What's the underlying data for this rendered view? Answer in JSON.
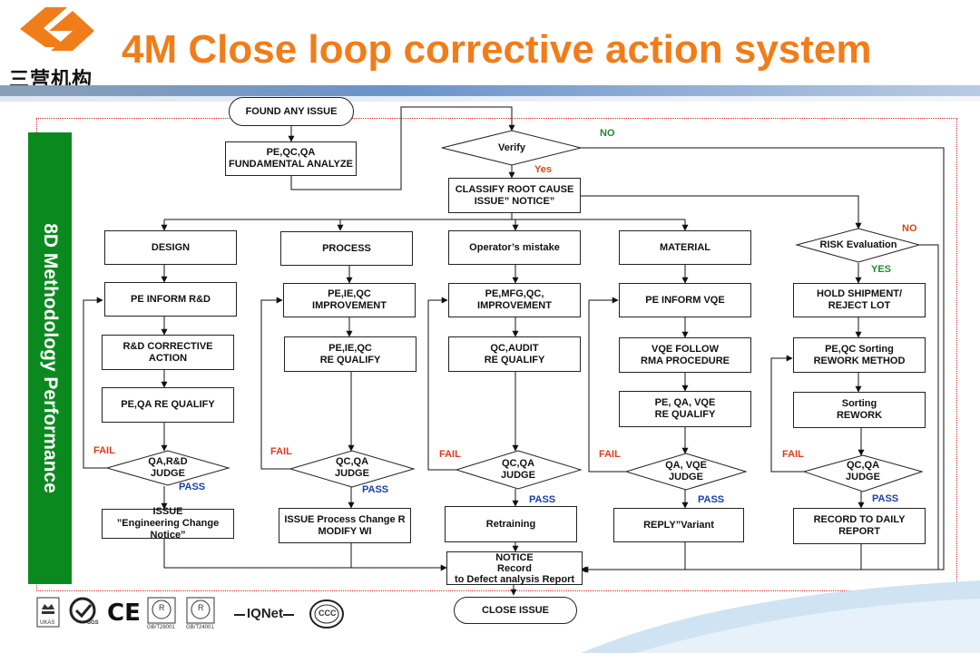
{
  "header": {
    "brand_text": "三营机构",
    "title": "4M Close loop corrective action system"
  },
  "sidebar": {
    "text": "8D Methodology Performance"
  },
  "nodes": {
    "found_issue": "FOUND ANY ISSUE",
    "analyze": "PE,QC,QA\nFUNDAMENTAL ANALYZE",
    "verify": "Verify",
    "classify": "CLASSIFY ROOT CAUSE\nISSUE” NOTICE”",
    "design": "DESIGN",
    "process": "PROCESS",
    "operator": "Operator’s mistake",
    "material": "MATERIAL",
    "risk": "RISK Evaluation",
    "pe_inform_rd": "PE INFORM R&D",
    "pe_ie_qc_improvement": "PE,IE,QC\nIMPROVEMENT",
    "pe_mfg_qc_improvement": "PE,MFG,QC,\nIMPROVEMENT",
    "pe_inform_vqe": "PE INFORM VQE",
    "hold_shipment": "HOLD SHIPMENT/\nREJECT LOT",
    "rd_corrective": "R&D CORRECTIVE\nACTION",
    "pe_ie_qc_requalify": "PE,IE,QC\nRE QUALIFY",
    "qc_audit_requalify": "QC,AUDIT\nRE QUALIFY",
    "vqe_follow": "VQE FOLLOW\nRMA PROCEDURE",
    "pe_qc_sorting": "PE,QC Sorting\nREWORK METHOD",
    "pe_qa_requalify": "PE,QA RE QUALIFY",
    "pe_qa_vqe_requalify": "PE, QA, VQE\nRE QUALIFY",
    "sorting_rework": "Sorting\nREWORK",
    "judge_design": "QA,R&D\nJUDGE",
    "judge_process": "QC,QA\nJUDGE",
    "judge_operator": "QC,QA\nJUDGE",
    "judge_material": "QA, VQE\nJUDGE",
    "judge_risk": "QC,QA\nJUDGE",
    "issue_ecn": "ISSUE\n”Engineering Change Notice”",
    "issue_process_change": "ISSUE Process Change R\nMODIFY WI",
    "retraining": "Retraining",
    "reply_variant": "REPLY”Variant",
    "record_daily": "RECORD TO DAILY REPORT",
    "notice_record": "NOTICE\nRecord\nto Defect analysis Report",
    "close_issue": "CLOSE ISSUE"
  },
  "tags": {
    "no": "NO",
    "yes": "Yes",
    "yes_risk": "YES",
    "fail": "FAIL",
    "pass": "PASS"
  },
  "certifications": {
    "ukas": "UKAS",
    "sgs": "SGS",
    "ce": "CE",
    "rohs_r": "R",
    "code1": "GB/T28001",
    "code2": "GB/T24001",
    "iqnet": "IQNet",
    "ccc": "CCC"
  },
  "colors": {
    "title_orange": "#f07d1a",
    "sidebar_green": "#0a8a1e",
    "frame_red": "#e02020",
    "fail_red": "#e03a1a",
    "pass_blue": "#1a3fa8",
    "no_green": "#1e8a2a"
  }
}
